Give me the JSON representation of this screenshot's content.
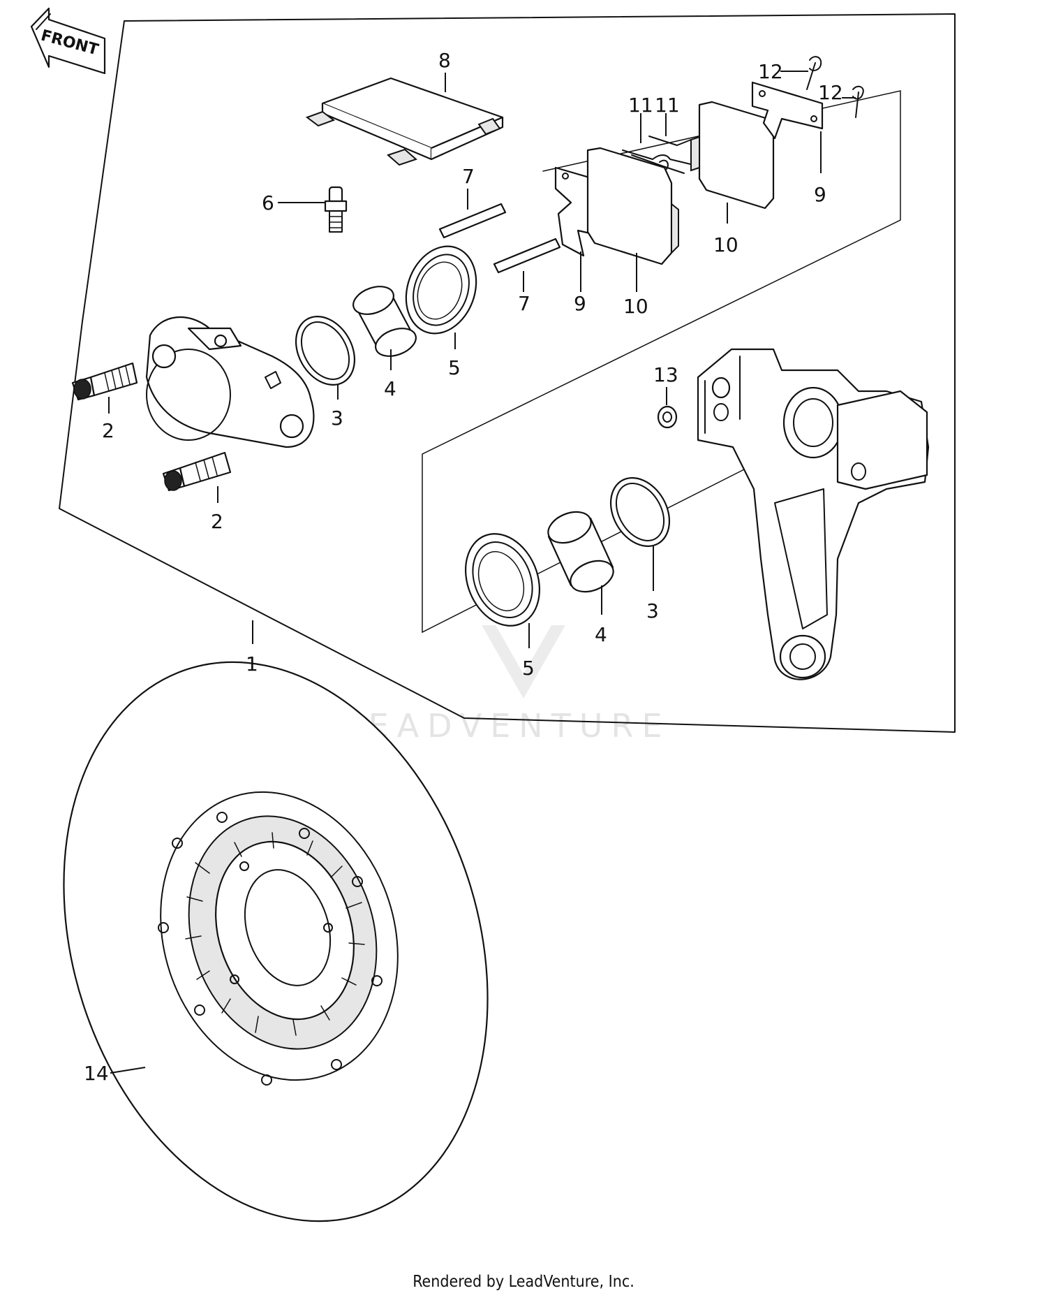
{
  "front_arrow": {
    "label": "FRONT"
  },
  "callouts": {
    "c1": "1",
    "c2a": "2",
    "c2b": "2",
    "c3a": "3",
    "c3b": "3",
    "c4a": "4",
    "c4b": "4",
    "c5a": "5",
    "c5b": "5",
    "c6": "6",
    "c7a": "7",
    "c7b": "7",
    "c8": "8",
    "c9a": "9",
    "c9b": "9",
    "c10a": "10",
    "c10b": "10",
    "c11a": "11",
    "c11b": "11",
    "c12a": "12",
    "c12b": "12",
    "c13": "13",
    "c14": "14"
  },
  "watermark": {
    "text": "LEADVENTURE"
  },
  "footer": {
    "text": "Rendered by LeadVenture, Inc."
  }
}
